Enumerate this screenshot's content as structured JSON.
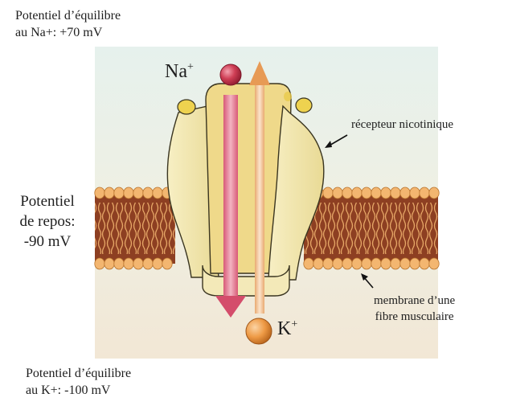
{
  "labels": {
    "na_equilibrium_line1": "Potentiel d’équilibre",
    "na_equilibrium_line2": "au Na+:  +70 mV",
    "resting_line1": "Potentiel",
    "resting_line2": "de repos:",
    "resting_line3": "-90 mV",
    "receptor": "récepteur nicotinique",
    "membrane_line1": "membrane d’une",
    "membrane_line2": "fibre musculaire",
    "k_equilibrium_line1": "Potentiel d’équilibre",
    "k_equilibrium_line2": "au K+:  -100 mV"
  },
  "ions": {
    "sodium": {
      "symbol": "Na",
      "charge": "+"
    },
    "potassium": {
      "symbol": "K",
      "charge": "+"
    }
  },
  "colors": {
    "panel_top": "#e6f1ed",
    "panel_bottom": "#f1e7d6",
    "membrane": "#8d3f22",
    "lipid_head": "#f3b670",
    "channel": "#f1e7ae",
    "na_ball": "#c8364b",
    "k_ball": "#e98a33",
    "arrow_pink": "#e67f96",
    "arrow_orange": "#f2c59c"
  }
}
